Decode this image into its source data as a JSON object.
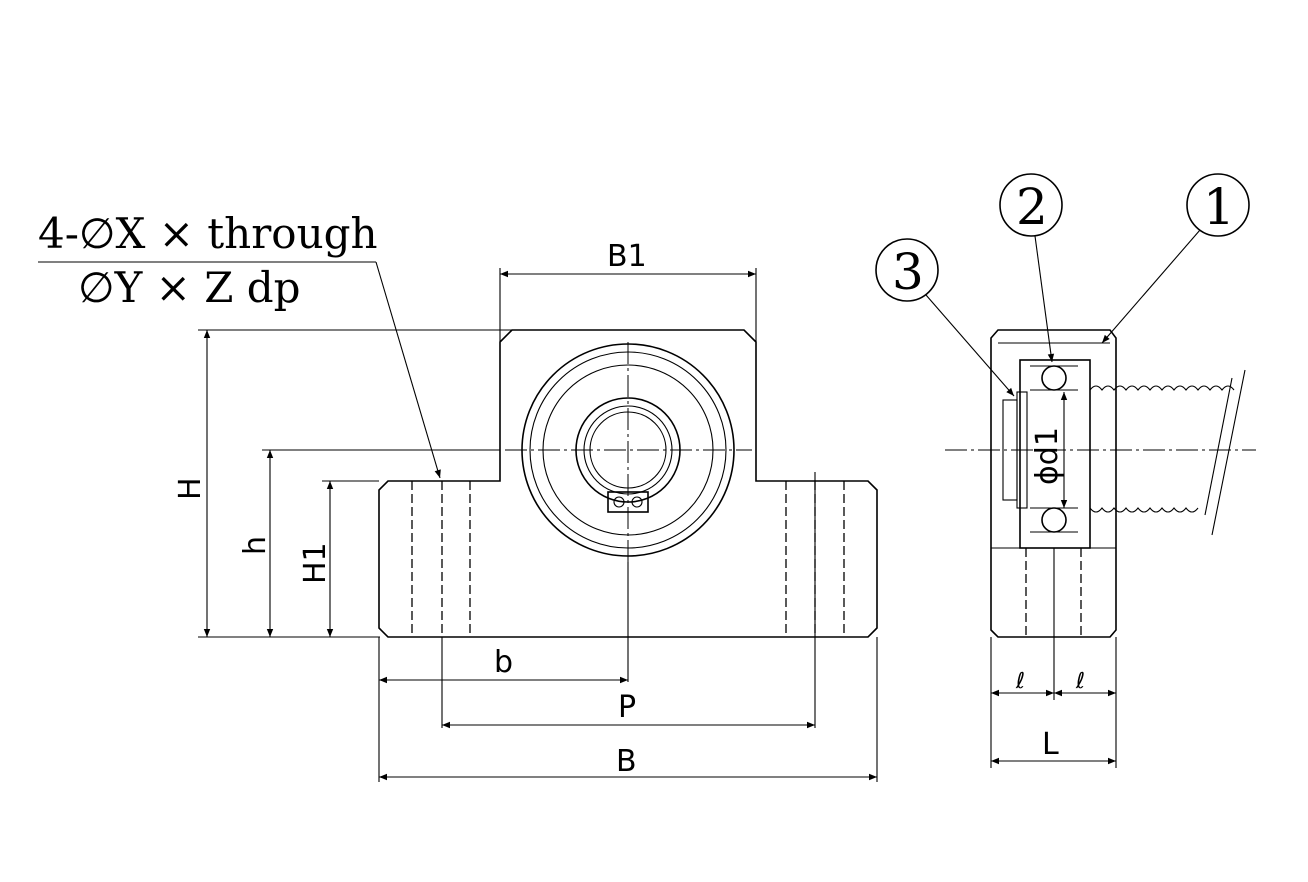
{
  "note": {
    "line1": "4-∅X × through",
    "line2": "∅Y × Z dp"
  },
  "dimensions": {
    "B1": "B1",
    "H": "H",
    "h": "h",
    "H1": "H1",
    "b": "b",
    "P": "P",
    "B": "B",
    "d1": "ϕd1",
    "L": "L",
    "l_left": "ℓ",
    "l_right": "ℓ"
  },
  "balloons": {
    "one": "1",
    "two": "2",
    "three": "3"
  }
}
